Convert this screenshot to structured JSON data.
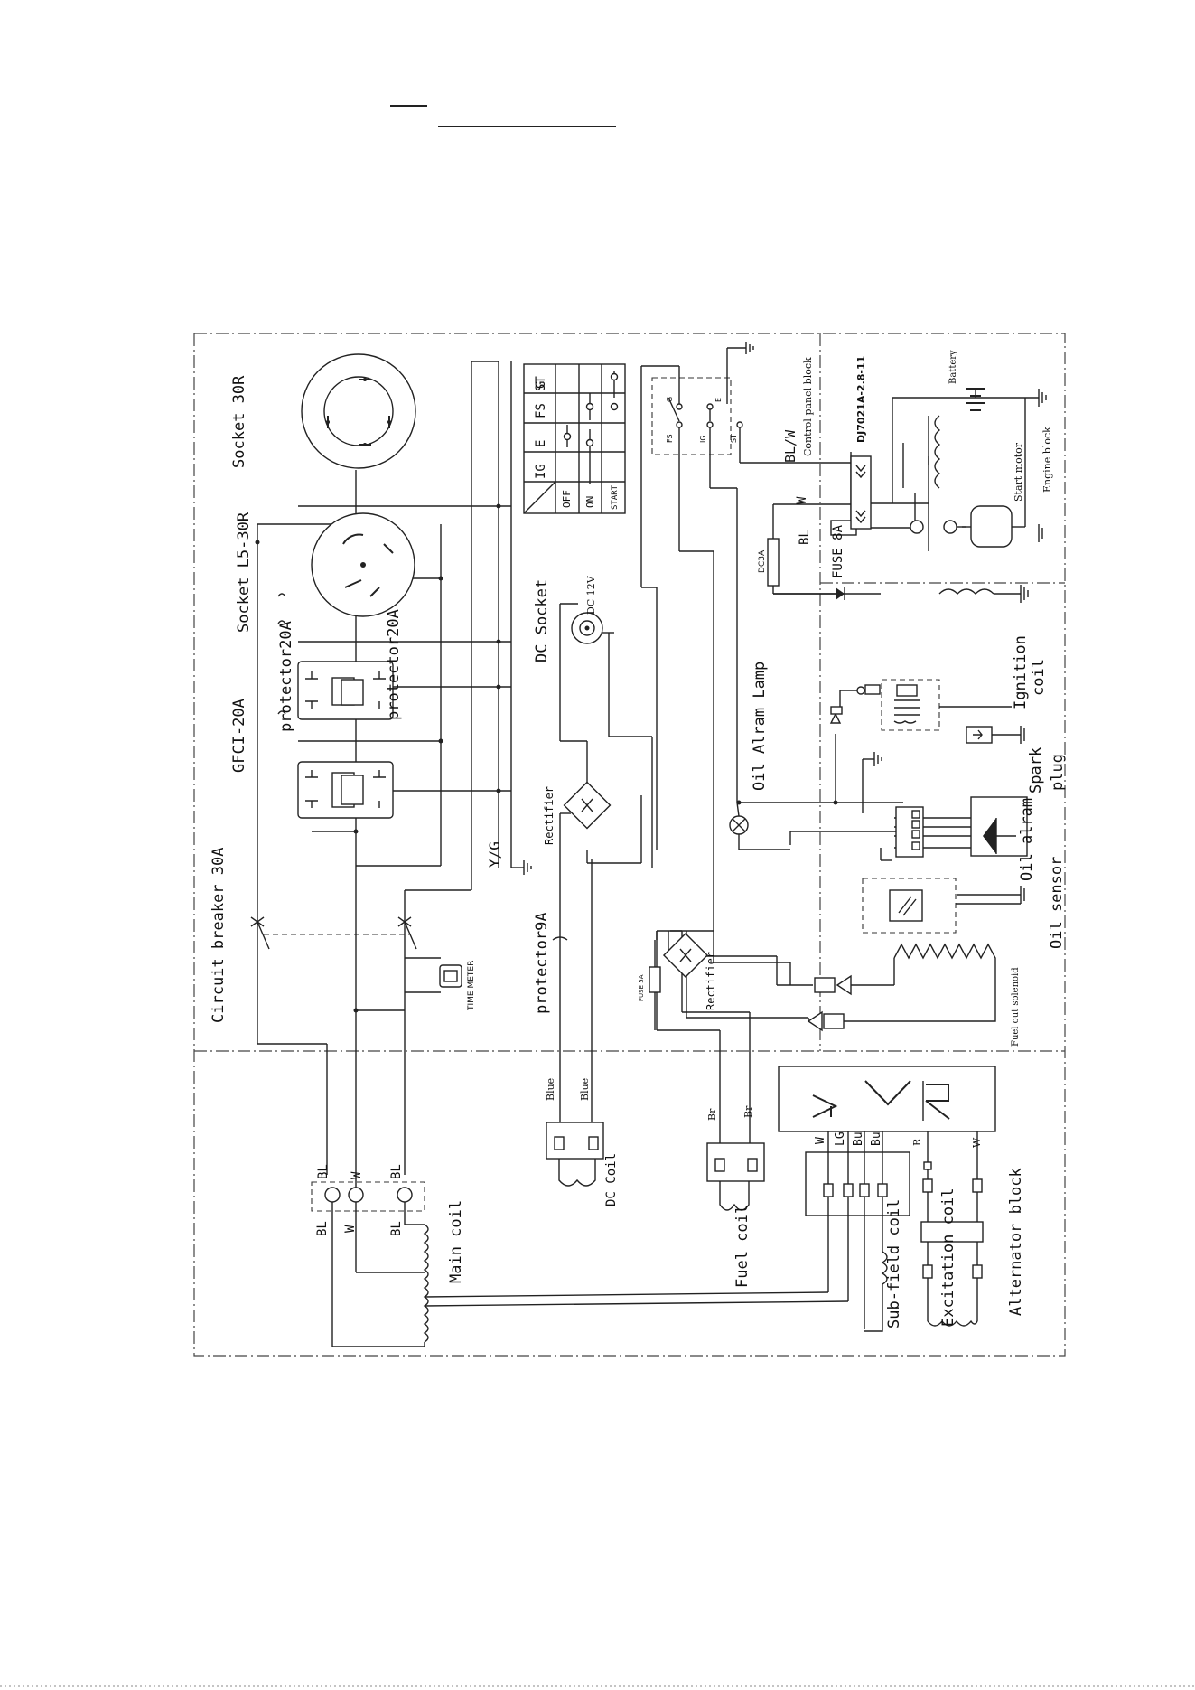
{
  "blocks": {
    "control_panel": "Control panel block",
    "engine": "Engine block",
    "alternator": "Alternator block"
  },
  "part_number": "DJ7021A-2.8-11",
  "components": {
    "circuit_breaker": "Circuit breaker 30A",
    "gfci": "GFCI-20A",
    "protector_1": "protector20A",
    "protector_2": "protector20A",
    "socket_l5": "Socket L5-30R",
    "socket_30r": "Socket 30R",
    "dc_socket": "DC Socket",
    "dc_12v": "DC 12V",
    "rectifier_1": "Rectifier",
    "rectifier_2": "Rectifier",
    "protector_9a": "protector9A",
    "time_meter": "TIME METER",
    "fuse_5a": "FUSE 5A",
    "oil_alarm_lamp": "Oil Alram Lamp",
    "dc3a": "DC3A",
    "fuse_8a": "FUSE 8A",
    "battery": "Battery",
    "start_motor": "Start motor",
    "ignition_coil_1": "Ignition",
    "ignition_coil_2": "coil",
    "spark_plug_1": "Spark",
    "spark_plug_2": "plug",
    "oil_alarm": "Oil alram",
    "oil_sensor": "Oil sensor",
    "fuel_solenoid": "Fuel out solenoid",
    "main_coil": "Main coil",
    "dc_coil": "DC Coil",
    "fuel_coil": "Fuel coil",
    "sub_field_coil": "Sub-field coil",
    "excitation_coil": "Excitation coil",
    "avr_symbols": [
      "A",
      "V",
      "R"
    ]
  },
  "wire_labels": {
    "yg": "Y/G",
    "blw": "BL/W",
    "w": "W",
    "bl": "BL",
    "blue_1": "Blue",
    "blue_2": "Blue",
    "br_1": "Br",
    "br_2": "Br",
    "terminal_top": [
      "BL",
      "W",
      "BL"
    ],
    "terminal_bottom": [
      "BL",
      "W",
      "BL"
    ],
    "avr_wires": [
      "W",
      "LG",
      "Bu",
      "Bu"
    ],
    "r": "R",
    "w2": "W"
  },
  "switch_table": {
    "headers": [
      "IG",
      "E",
      "FS",
      "G",
      "ST"
    ],
    "rows": [
      "OFF",
      "ON",
      "START"
    ]
  },
  "ignition_terminals": [
    "G",
    "E",
    "FS",
    "IG",
    "ST"
  ]
}
